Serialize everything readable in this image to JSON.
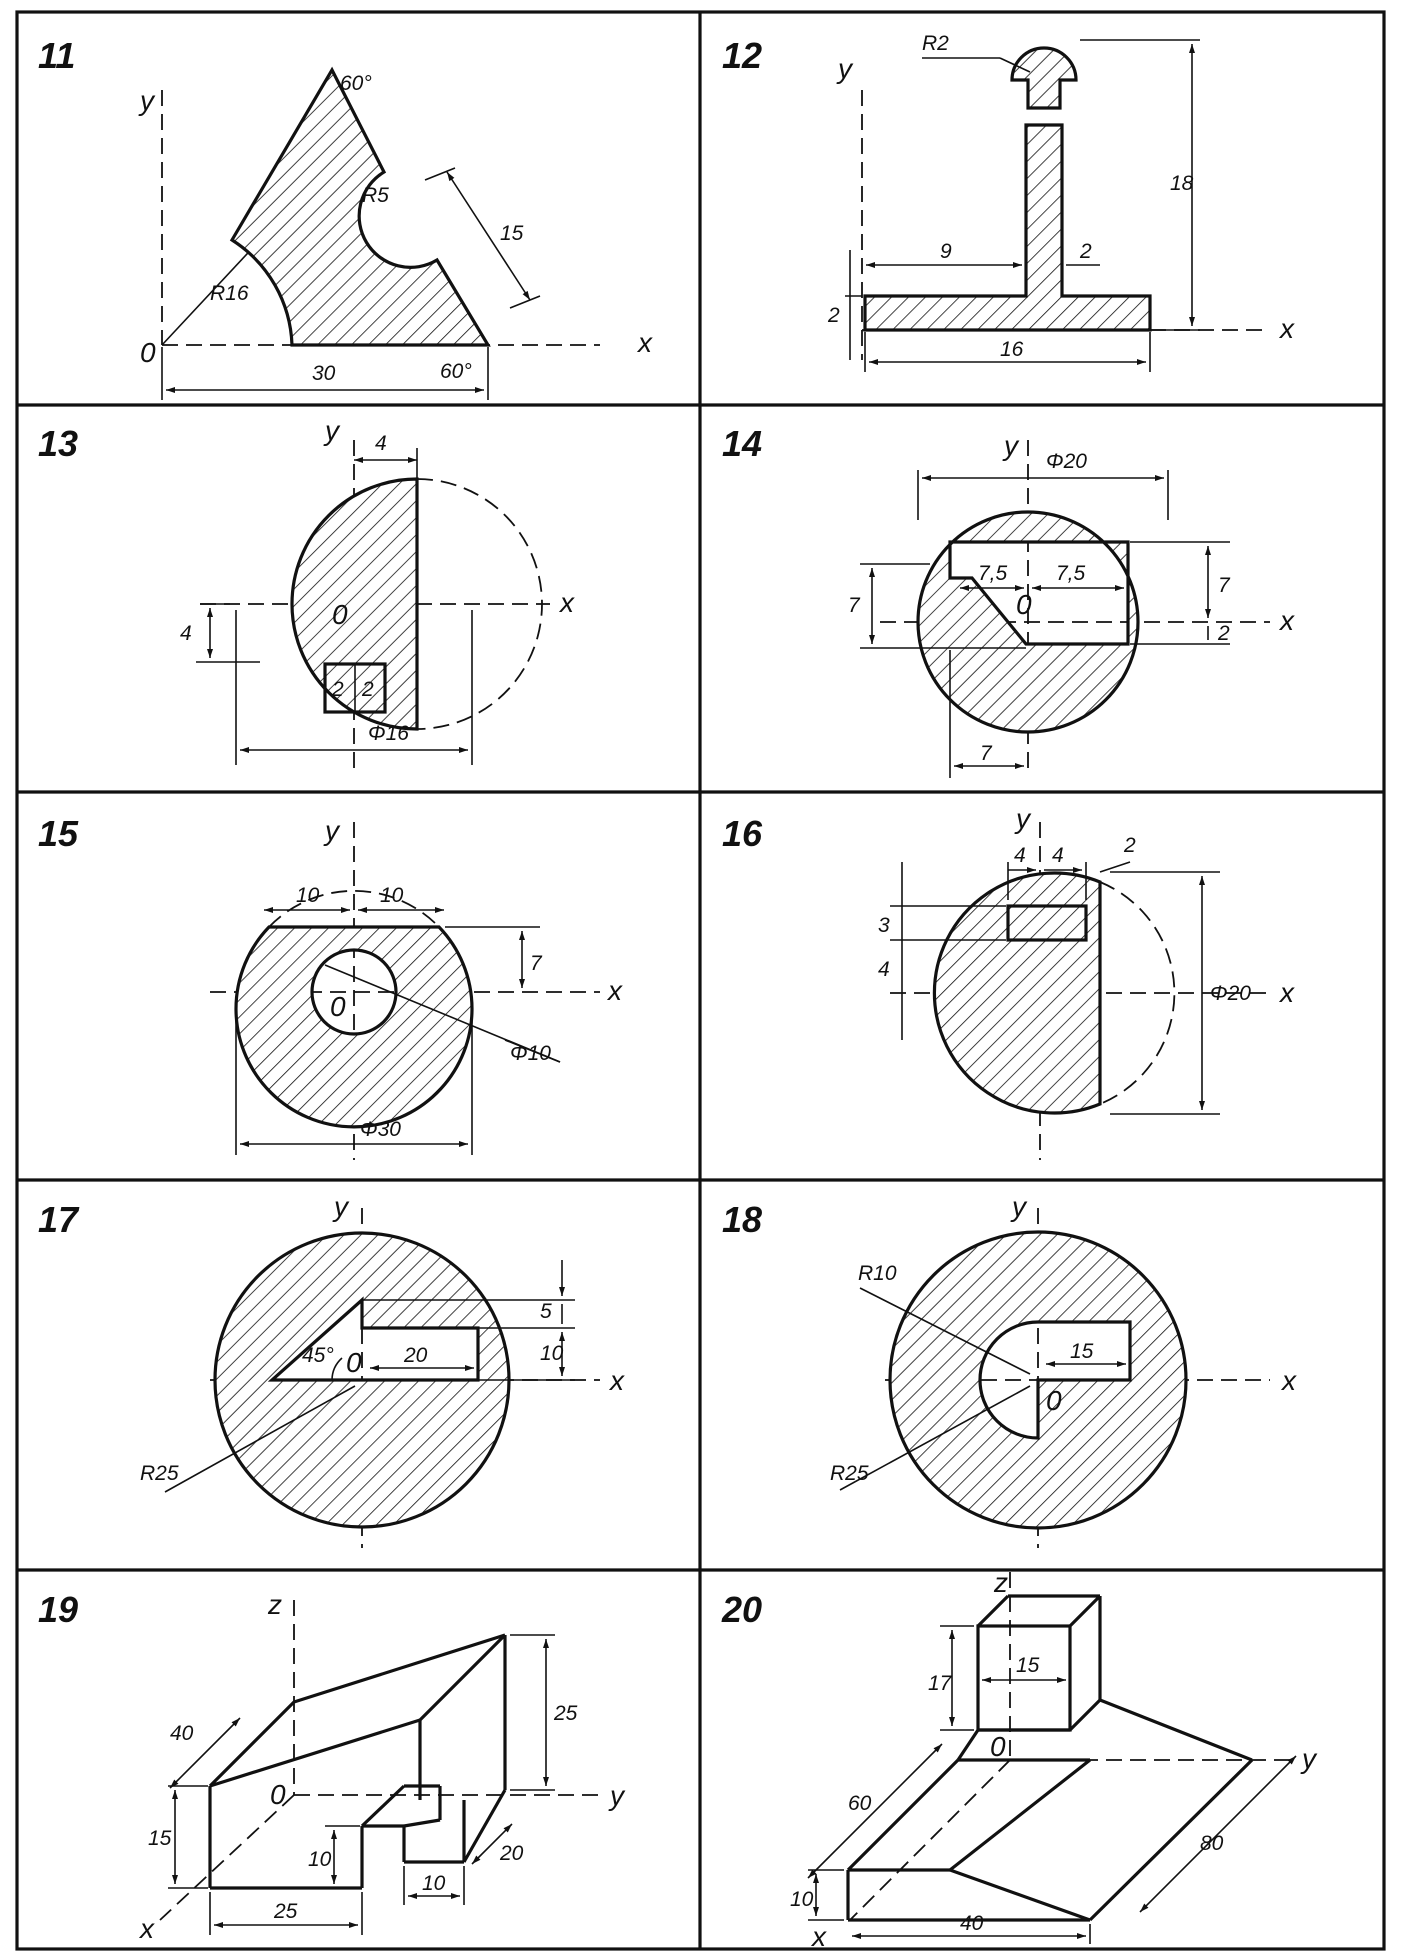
{
  "panels": [
    {
      "number": "11",
      "labels": [
        "60°",
        "R16",
        "R5",
        "15",
        "30",
        "60°",
        "y",
        "x",
        "0"
      ]
    },
    {
      "number": "12",
      "labels": [
        "R2",
        "18",
        "9",
        "2",
        "2",
        "16",
        "y",
        "x"
      ]
    },
    {
      "number": "13",
      "labels": [
        "4",
        "4",
        "2",
        "2",
        "Φ16",
        "y",
        "x",
        "0"
      ]
    },
    {
      "number": "14",
      "labels": [
        "Φ20",
        "7,5",
        "7,5",
        "7",
        "7",
        "2",
        "7",
        "y",
        "x",
        "0"
      ]
    },
    {
      "number": "15",
      "labels": [
        "10",
        "10",
        "7",
        "Φ10",
        "Φ30",
        "y",
        "x",
        "0"
      ]
    },
    {
      "number": "16",
      "labels": [
        "4",
        "4",
        "2",
        "3",
        "4",
        "Φ20",
        "y",
        "x"
      ]
    },
    {
      "number": "17",
      "labels": [
        "5",
        "10",
        "20",
        "45°",
        "R25",
        "y",
        "x",
        "0"
      ]
    },
    {
      "number": "18",
      "labels": [
        "R10",
        "15",
        "R25",
        "y",
        "x",
        "0"
      ]
    },
    {
      "number": "19",
      "labels": [
        "z",
        "40",
        "25",
        "15",
        "10",
        "10",
        "20",
        "25",
        "y",
        "x",
        "0"
      ]
    },
    {
      "number": "20",
      "labels": [
        "z",
        "17",
        "15",
        "60",
        "80",
        "10",
        "40",
        "y",
        "x",
        "0"
      ]
    }
  ]
}
